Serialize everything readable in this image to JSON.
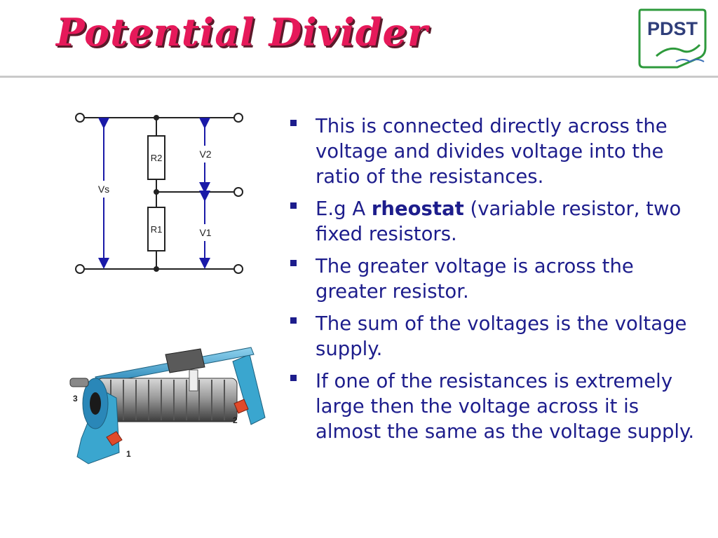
{
  "slide": {
    "title": "Potential Divider",
    "logo_text": "PDST"
  },
  "circuit": {
    "vs_label": "Vs",
    "r2_label": "R2",
    "r1_label": "R1",
    "v2_label": "V2",
    "v1_label": "V1"
  },
  "rheostat": {
    "terminal_labels": [
      "3",
      "2",
      "1"
    ]
  },
  "bullets": [
    {
      "text": "This is connected directly across the voltage and divides voltage into the ratio of the resistances."
    },
    {
      "pre": "E.g A ",
      "bold": "rheostat",
      "post": " (variable resistor, two fixed resistors."
    },
    {
      "text": "The greater voltage is across the greater resistor."
    },
    {
      "text": "The sum of the voltages is the voltage supply."
    },
    {
      "text": "If one of the resistances is extremely large then the voltage across it is almost the same as the voltage supply."
    }
  ],
  "colors": {
    "title": "#e6195a",
    "text": "#1d1d8c",
    "arrow": "#1a1aa8",
    "logo_green": "#2e9a3c",
    "logo_blue": "#2f3e7a"
  }
}
